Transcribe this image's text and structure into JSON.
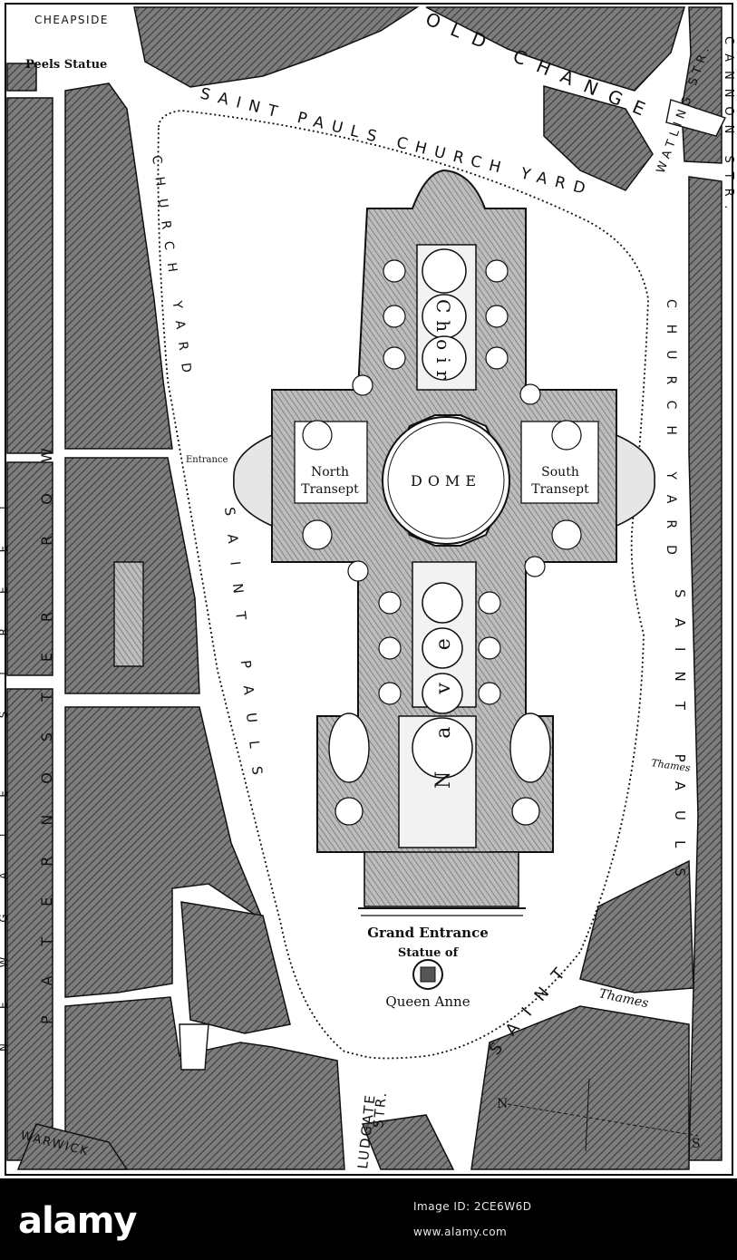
{
  "map": {
    "streets": {
      "cheapside": "CHEAPSIDE",
      "old_change": "OLD CHANGE",
      "watling": "WATLING STR.",
      "cannon": "CANNON STR.",
      "churchyard_top": "SAINT PAULS CHURCH YARD",
      "churchyard_west": "CHURCH YARD",
      "churchyard_east": "CHURCH YARD",
      "saint_pauls_west": "SAINT PAULS",
      "saint_pauls_east": "SAINT PAULS",
      "saint_south": "SAINT",
      "paternoster": "PATERNOSTER ROW",
      "newgate": "NEWGATE STREET",
      "warwick": "WARWICK",
      "ludgate_1": "LUDGATE",
      "ludgate_2": "STR."
    },
    "landmarks": {
      "peels_statue": "Peels Statue",
      "entrance": "Entrance",
      "grand_entrance": "Grand Entrance",
      "statue_line1": "Statue of",
      "statue_line2": "Queen Anne",
      "thames_1": "Thames",
      "thames_2": "Thames"
    },
    "building": {
      "dome": "DOME",
      "north_1": "North",
      "north_2": "Transept",
      "south_1": "South",
      "south_2": "Transept",
      "choir": "Choir",
      "nave": "Nave"
    },
    "compass": {
      "north": "N",
      "south": "S"
    }
  },
  "banner": {
    "brand": "alamy",
    "image_id": "Image ID: 2CE6W6D",
    "url": "www.alamy.com"
  }
}
